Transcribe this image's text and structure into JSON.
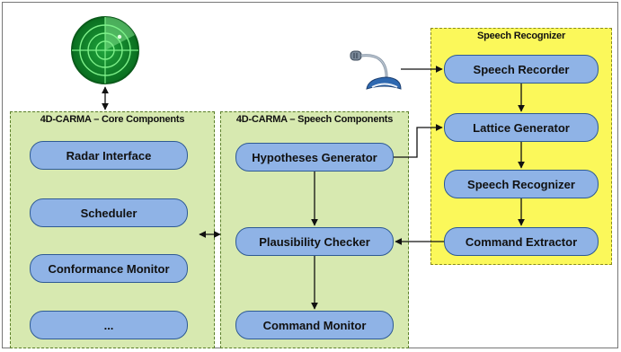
{
  "groups": {
    "core": {
      "title": "4D-CARMA – Core Components",
      "nodes": [
        "Radar Interface",
        "Scheduler",
        "Conformance Monitor",
        "..."
      ]
    },
    "speech_components": {
      "title": "4D-CARMA – Speech Components",
      "nodes": [
        "Hypotheses Generator",
        "Plausibility Checker",
        "Command Monitor"
      ]
    },
    "speech_recognizer": {
      "title": "Speech Recognizer",
      "nodes": [
        "Speech Recorder",
        "Lattice Generator",
        "Speech Recognizer",
        "Command Extractor"
      ]
    }
  },
  "icons": {
    "radar": "radar-icon",
    "microphone": "microphone-icon"
  },
  "colors": {
    "green_group": "#d7e9b0",
    "yellow_group": "#fbf85a",
    "node_fill": "#8fb3e6",
    "node_border": "#2e5a94",
    "radar": "#0a7a22"
  }
}
